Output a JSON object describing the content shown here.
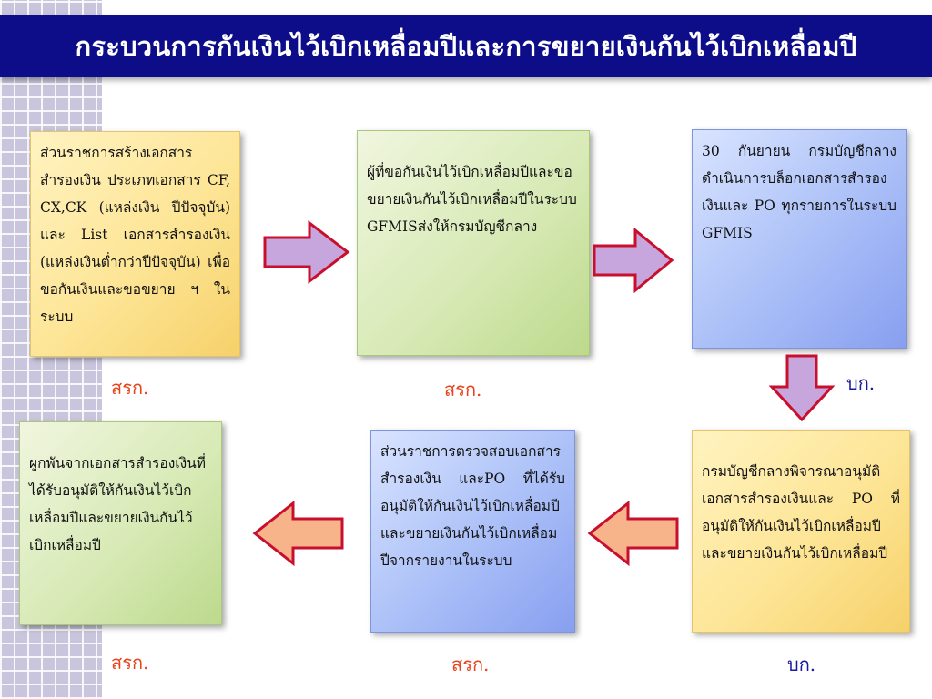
{
  "title": "กระบวนการกันเงินไว้เบิกเหลื่อมปีและการขยายเงินกันไว้เบิกเหลื่อมปี",
  "colors": {
    "title_bg": "#0d0d8a",
    "arrow_purple": "#c7a6de",
    "arrow_orange": "#f7b38a",
    "arrow_outline": "#c8102e",
    "label_red": "#e8441c",
    "label_blue": "#1a1a9e"
  },
  "steps": [
    {
      "text": "ส่วนราชการสร้างเอกสารสำรองเงิน ประเภทเอกสาร CF, CX,CK (แหล่งเงิน ปีปัจจุบัน) และ List เอกสารสำรองเงิน (แหล่งเงินต่ำกว่าปีปัจจุบัน) เพื่อขอกันเงินและขอขยาย ฯ ในระบบ",
      "agency": "สรก."
    },
    {
      "text": "ผู้ที่ขอกันเงินไว้เบิกเหลื่อมปีและขอขยายเงินกันไว้เบิกเหลื่อมปีในระบบ GFMISส่งให้กรมบัญชีกลาง",
      "agency": "สรก."
    },
    {
      "text": "30 กันยายน กรมบัญชีกลางดำเนินการบล็อกเอกสารสำรองเงินและ PO ทุกรายการในระบบ GFMIS",
      "agency": "บก."
    },
    {
      "text": "กรมบัญชีกลางพิจารณาอนุมัติเอกสารสำรองเงินและ PO ที่อนุมัติให้กันเงินไว้เบิกเหลื่อมปีและขยายเงินกันไว้เบิกเหลื่อมปี",
      "agency": "บก."
    },
    {
      "text": "ส่วนราชการตรวจสอบเอกสารสำรองเงิน และPO ที่ได้รับอนุมัติให้กันเงินไว้เบิกเหลื่อมปีและขยายเงินกันไว้เบิกเหลื่อมปีจากรายงานในระบบ",
      "agency": "สรก."
    },
    {
      "text": "ผูกพันจากเอกสารสำรองเงินที่ได้รับอนุมัติให้กันเงินไว้เบิกเหลื่อมปีและขยายเงินกันไว้เบิกเหลื่อมปี",
      "agency": "สรก."
    }
  ]
}
